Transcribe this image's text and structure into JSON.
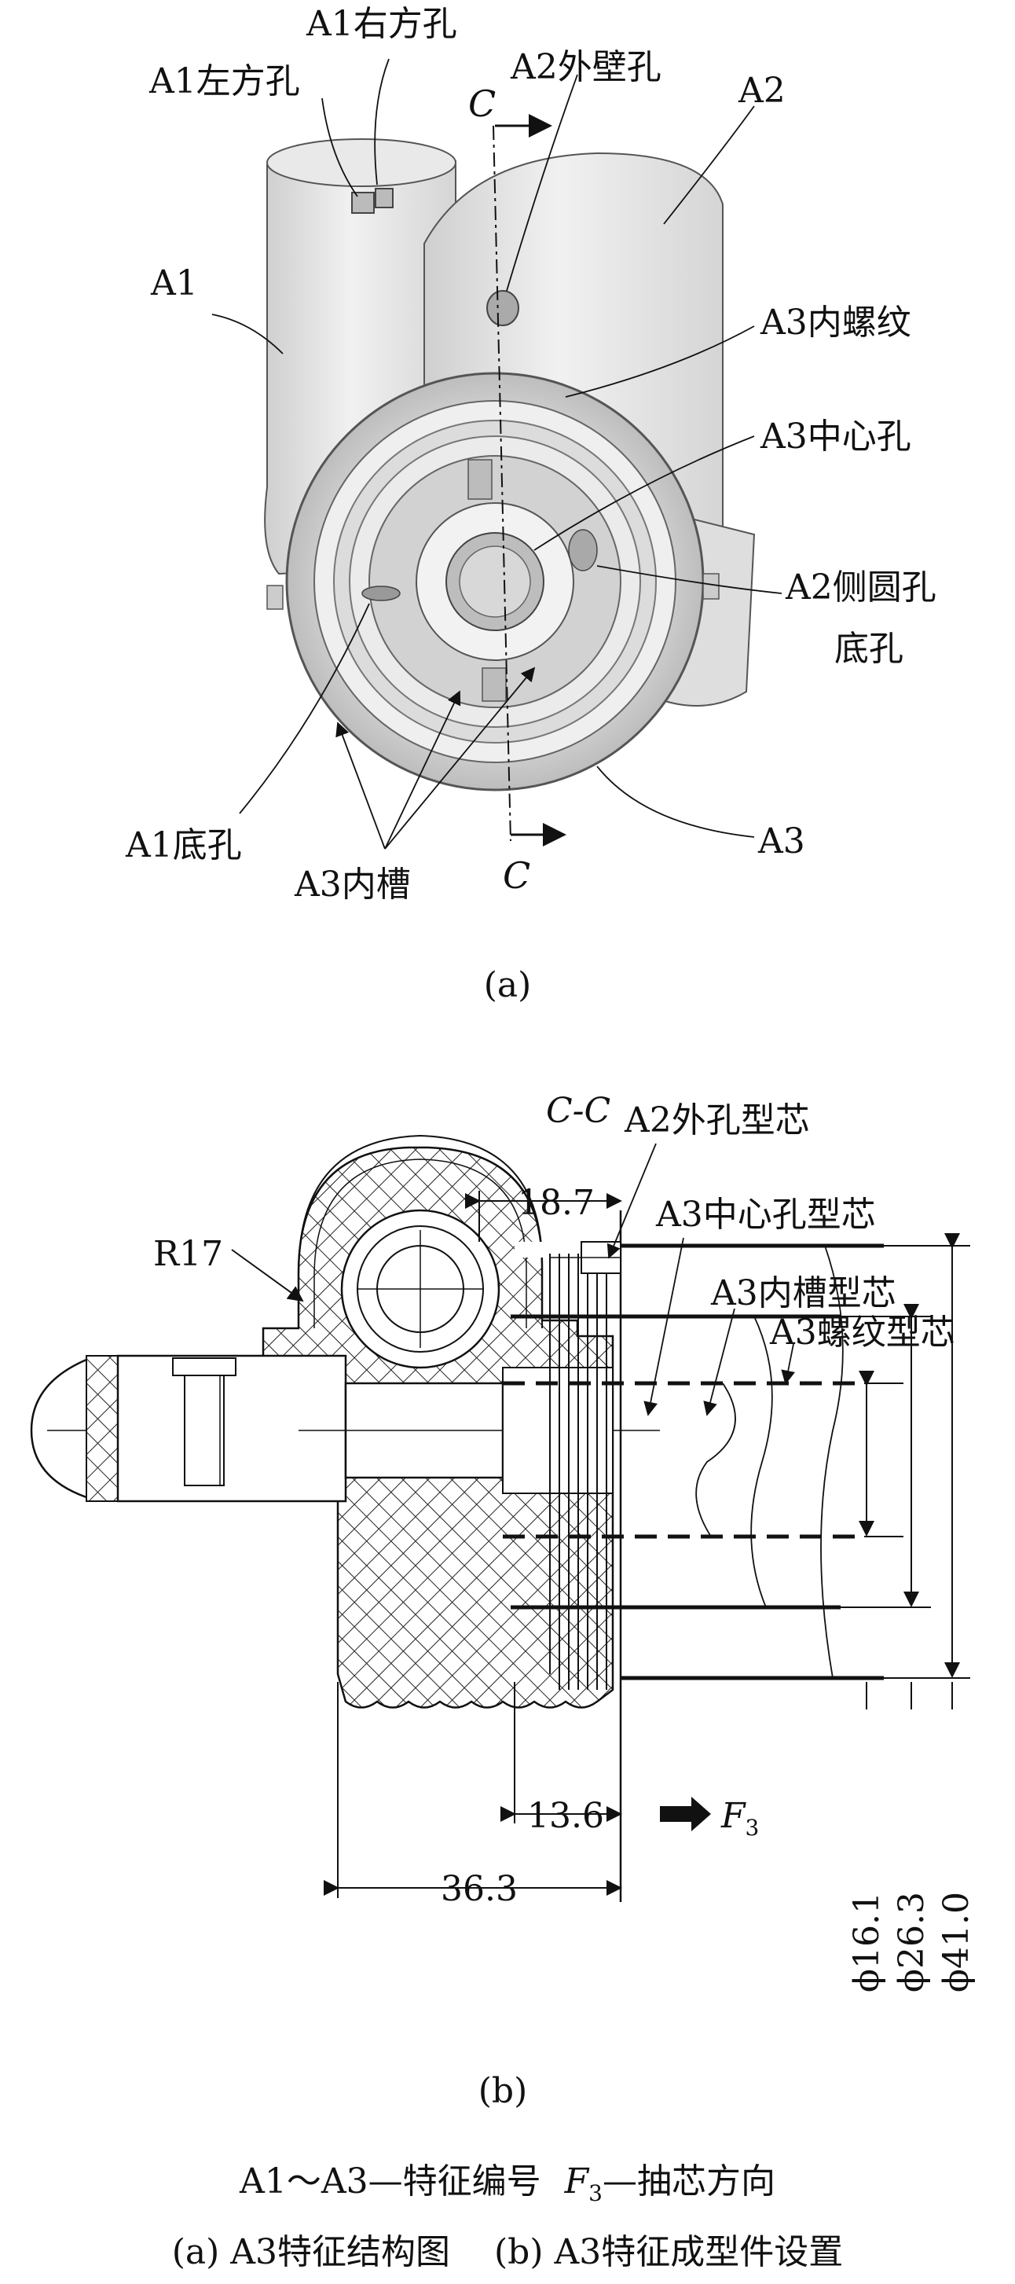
{
  "figure_a": {
    "labels": {
      "a1_right_hole": "A1右方孔",
      "a1_left_hole": "A1左方孔",
      "section_top": "C",
      "a2_outer_hole": "A2外壁孔",
      "a2": "A2",
      "a1": "A1",
      "a3_inner_thread": "A3内螺纹",
      "a3_center_hole": "A3中心孔",
      "a2_side_hole_line1": "A2侧圆孔",
      "a2_side_hole_line2": "底孔",
      "a1_bottom_hole": "A1底孔",
      "a3_inner_groove": "A3内槽",
      "a3": "A3",
      "section_bottom": "C"
    },
    "caption": "(a)"
  },
  "figure_b": {
    "section_title": "C-C",
    "labels": {
      "a2_outer_core": "A2外孔型芯",
      "a3_center_core": "A3中心孔型芯",
      "a3_groove_core": "A3内槽型芯",
      "a3_thread_core": "A3螺纹型芯",
      "radius": "R17"
    },
    "dimensions": {
      "d_top": "18.7",
      "d_mid": "13.6",
      "d_bottom": "36.3",
      "dia_1": "ϕ16.1",
      "dia_2": "ϕ26.3",
      "dia_3": "ϕ41.0"
    },
    "force_label": "F",
    "force_sub": "3",
    "caption": "(b)"
  },
  "legend": {
    "line1_a": "A1～A3—特征编号",
    "line1_b": "F",
    "line1_b_sub": "3",
    "line1_c": "—抽芯方向",
    "line2": "(a) A3特征结构图    (b) A3特征成型件设置"
  }
}
